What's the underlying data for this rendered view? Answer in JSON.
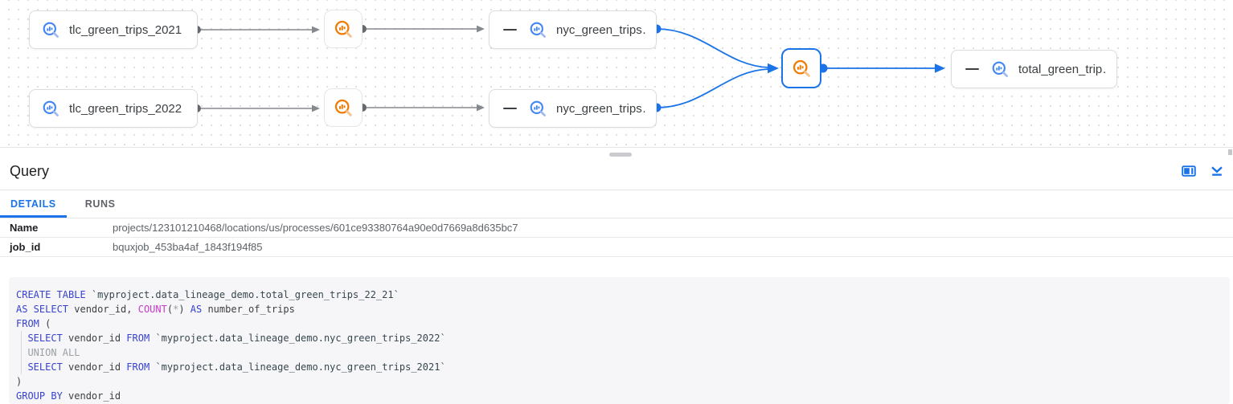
{
  "colors": {
    "accent": "#1a73e8",
    "keyword": "#3742cd",
    "function": "#c53bcb",
    "muted": "#9aa0a6",
    "code_plain": "#3c4043",
    "code_string": "#37474f",
    "table_icon": "#4285f4",
    "table_icon_handle": "#9db9f3",
    "query_icon": "#f07b05",
    "query_icon_handle": "#f8c289",
    "edge_gray": "#85898d",
    "edge_dot": "#66696d"
  },
  "graph": {
    "tlc_2021_label": "tlc_green_trips_2021",
    "tlc_2022_label": "tlc_green_trips_2022",
    "nyc_top_label": "nyc_green_trips…",
    "nyc_bottom_label": "nyc_green_trips…",
    "total_label": "total_green_trip…"
  },
  "panel": {
    "title": "Query",
    "tabs": [
      {
        "label": "DETAILS",
        "active": true
      },
      {
        "label": "RUNS",
        "active": false
      }
    ],
    "details": {
      "rows": [
        {
          "label": "Name",
          "value": "projects/123101210468/locations/us/processes/601ce93380764a90e0d7669a8d635bc7"
        },
        {
          "label": "job_id",
          "value": "bquxjob_453ba4af_1843f194f85"
        }
      ]
    },
    "icons": {
      "open_side_panel": "open-in-side-panel-icon",
      "collapse_panel": "collapse-panel-icon"
    }
  },
  "sql": {
    "lines": [
      [
        {
          "t": "CREATE TABLE ",
          "c": "kw"
        },
        {
          "t": "`myproject.data_lineage_demo.total_green_trips_22_21`",
          "c": "str"
        }
      ],
      [
        {
          "t": "AS SELECT ",
          "c": "kw"
        },
        {
          "t": "vendor_id, ",
          "c": "pln"
        },
        {
          "t": "COUNT",
          "c": "fn"
        },
        {
          "t": "(",
          "c": "pln"
        },
        {
          "t": "*",
          "c": "mut"
        },
        {
          "t": ") ",
          "c": "pln"
        },
        {
          "t": "AS",
          "c": "kw"
        },
        {
          "t": " number_of_trips",
          "c": "pln"
        }
      ],
      [
        {
          "t": "FROM",
          "c": "kw"
        },
        {
          "t": " (",
          "c": "pln"
        }
      ],
      [
        {
          "t": "  ",
          "c": "pln"
        },
        {
          "t": "SELECT",
          "c": "kw"
        },
        {
          "t": " vendor_id ",
          "c": "pln"
        },
        {
          "t": "FROM",
          "c": "kw"
        },
        {
          "t": " ",
          "c": "pln"
        },
        {
          "t": "`myproject.data_lineage_demo.nyc_green_trips_2022`",
          "c": "str"
        }
      ],
      [
        {
          "t": "  ",
          "c": "pln"
        },
        {
          "t": "UNION ALL",
          "c": "mut"
        }
      ],
      [
        {
          "t": "  ",
          "c": "pln"
        },
        {
          "t": "SELECT",
          "c": "kw"
        },
        {
          "t": " vendor_id ",
          "c": "pln"
        },
        {
          "t": "FROM",
          "c": "kw"
        },
        {
          "t": " ",
          "c": "pln"
        },
        {
          "t": "`myproject.data_lineage_demo.nyc_green_trips_2021`",
          "c": "str"
        }
      ],
      [
        {
          "t": ")",
          "c": "pln"
        }
      ],
      [
        {
          "t": "GROUP BY",
          "c": "kw"
        },
        {
          "t": " vendor_id",
          "c": "pln"
        }
      ]
    ]
  }
}
